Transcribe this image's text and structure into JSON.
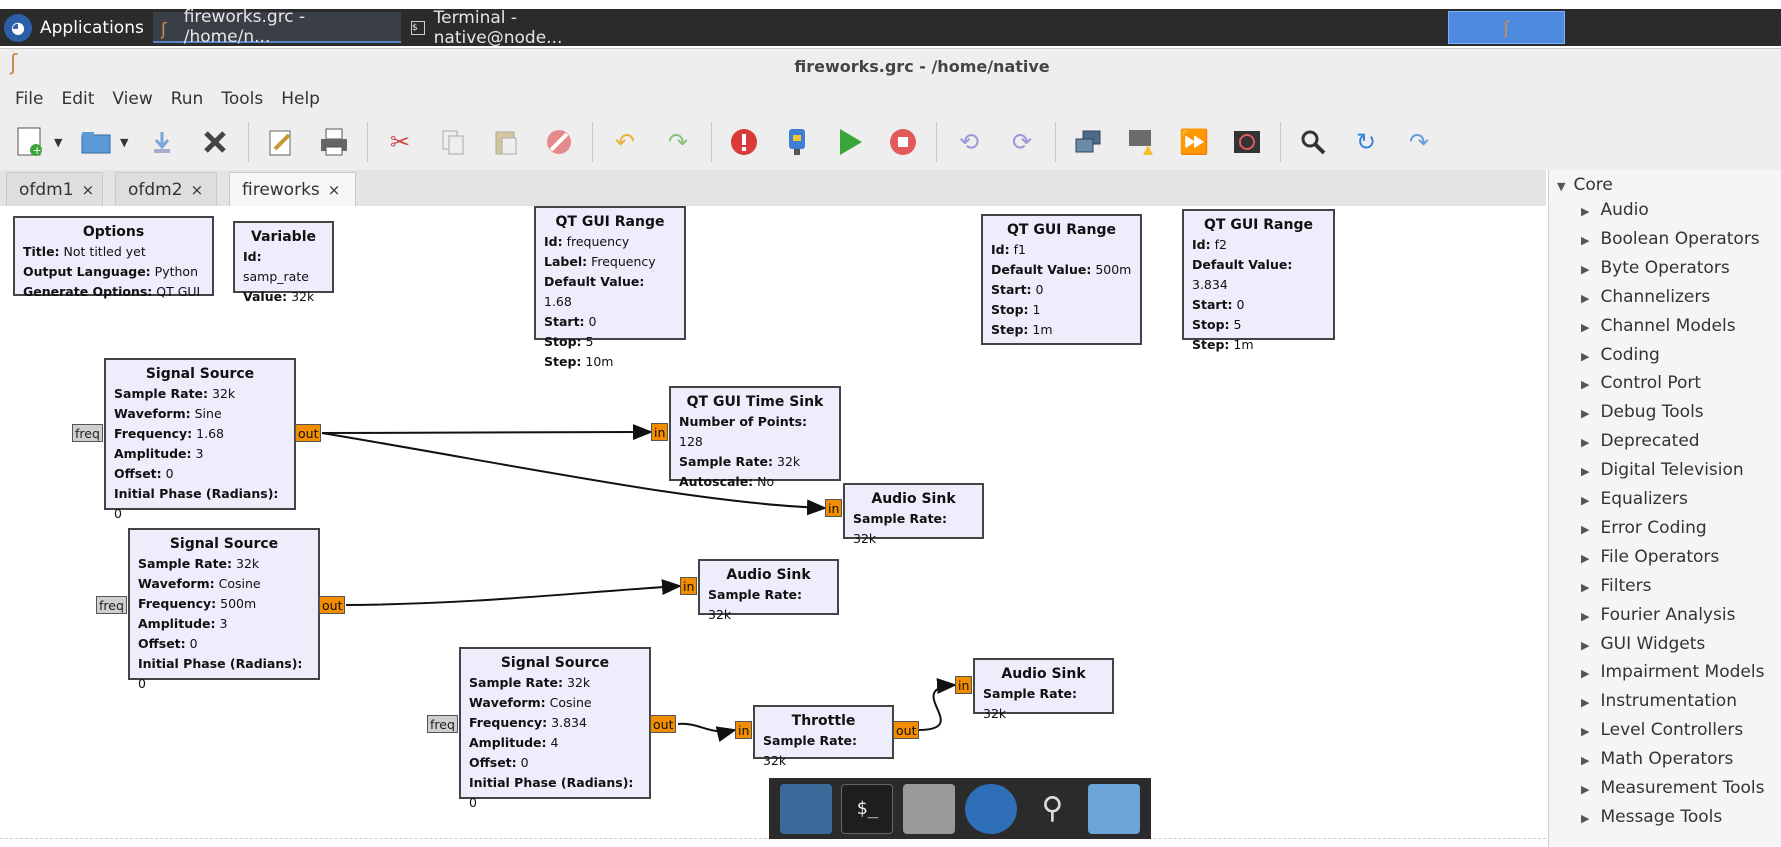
{
  "taskbar": {
    "apps_label": "Applications",
    "tasks": [
      {
        "label": "fireworks.grc - /home/n..."
      },
      {
        "label": "Terminal - native@node..."
      }
    ]
  },
  "window": {
    "title": "fireworks.grc - /home/native"
  },
  "menu": [
    "File",
    "Edit",
    "View",
    "Run",
    "Tools",
    "Help"
  ],
  "toolbar": {
    "icons": [
      "new-file-icon",
      "open-folder-icon",
      "save-icon",
      "close-icon",
      "edit-properties-icon",
      "print-icon",
      "cut-icon",
      "copy-icon",
      "paste-icon",
      "delete-icon",
      "undo-icon",
      "redo-icon",
      "error-icon",
      "generate-icon",
      "run-icon",
      "stop-icon",
      "rotate-ccw-icon",
      "rotate-cw-icon",
      "create-hier-icon",
      "open-hier-icon",
      "bypass-icon",
      "kill-icon",
      "find-icon",
      "reload-icon",
      "redo-arrow-icon"
    ]
  },
  "tabs": [
    {
      "label": "ofdm1",
      "close": "×"
    },
    {
      "label": "ofdm2",
      "close": "×"
    },
    {
      "label": "fireworks",
      "close": "×"
    }
  ],
  "blocks": {
    "options": {
      "title": "Options",
      "rows": [
        [
          "Title:",
          "Not titled yet"
        ],
        [
          "Output Language:",
          "Python"
        ],
        [
          "Generate Options:",
          "QT GUI"
        ]
      ]
    },
    "variable": {
      "title": "Variable",
      "rows": [
        [
          "Id:",
          "samp_rate"
        ],
        [
          "Value:",
          "32k"
        ]
      ]
    },
    "range1": {
      "title": "QT GUI Range",
      "rows": [
        [
          "Id:",
          "frequency"
        ],
        [
          "Label:",
          "Frequency"
        ],
        [
          "Default Value:",
          "1.68"
        ],
        [
          "Start:",
          "0"
        ],
        [
          "Stop:",
          "5"
        ],
        [
          "Step:",
          "10m"
        ]
      ]
    },
    "range2": {
      "title": "QT GUI Range",
      "rows": [
        [
          "Id:",
          "f1"
        ],
        [
          "Default Value:",
          "500m"
        ],
        [
          "Start:",
          "0"
        ],
        [
          "Stop:",
          "1"
        ],
        [
          "Step:",
          "1m"
        ]
      ]
    },
    "range3": {
      "title": "QT GUI Range",
      "rows": [
        [
          "Id:",
          "f2"
        ],
        [
          "Default Value:",
          "3.834"
        ],
        [
          "Start:",
          "0"
        ],
        [
          "Stop:",
          "5"
        ],
        [
          "Step:",
          "1m"
        ]
      ]
    },
    "sig1": {
      "title": "Signal Source",
      "rows": [
        [
          "Sample Rate:",
          "32k"
        ],
        [
          "Waveform:",
          "Sine"
        ],
        [
          "Frequency:",
          "1.68"
        ],
        [
          "Amplitude:",
          "3"
        ],
        [
          "Offset:",
          "0"
        ],
        [
          "Initial Phase (Radians):",
          "0"
        ]
      ]
    },
    "timesink": {
      "title": "QT GUI Time Sink",
      "rows": [
        [
          "Number of Points:",
          "128"
        ],
        [
          "Sample Rate:",
          "32k"
        ],
        [
          "Autoscale:",
          "No"
        ]
      ]
    },
    "audio1": {
      "title": "Audio Sink",
      "rows": [
        [
          "Sample Rate:",
          "32k"
        ]
      ]
    },
    "sig2": {
      "title": "Signal Source",
      "rows": [
        [
          "Sample Rate:",
          "32k"
        ],
        [
          "Waveform:",
          "Cosine"
        ],
        [
          "Frequency:",
          "500m"
        ],
        [
          "Amplitude:",
          "3"
        ],
        [
          "Offset:",
          "0"
        ],
        [
          "Initial Phase (Radians):",
          "0"
        ]
      ]
    },
    "audio2": {
      "title": "Audio Sink",
      "rows": [
        [
          "Sample Rate:",
          "32k"
        ]
      ]
    },
    "sig3": {
      "title": "Signal Source",
      "rows": [
        [
          "Sample Rate:",
          "32k"
        ],
        [
          "Waveform:",
          "Cosine"
        ],
        [
          "Frequency:",
          "3.834"
        ],
        [
          "Amplitude:",
          "4"
        ],
        [
          "Offset:",
          "0"
        ],
        [
          "Initial Phase (Radians):",
          "0"
        ]
      ]
    },
    "throttle": {
      "title": "Throttle",
      "rows": [
        [
          "Sample Rate:",
          "32k"
        ]
      ]
    },
    "audio3": {
      "title": "Audio Sink",
      "rows": [
        [
          "Sample Rate:",
          "32k"
        ]
      ]
    }
  },
  "ports": {
    "out": "out",
    "in": "in",
    "freq": "freq"
  },
  "tree": {
    "root": "Core",
    "items": [
      "Audio",
      "Boolean Operators",
      "Byte Operators",
      "Channelizers",
      "Channel Models",
      "Coding",
      "Control Port",
      "Debug Tools",
      "Deprecated",
      "Digital Television",
      "Equalizers",
      "Error Coding",
      "File Operators",
      "Filters",
      "Fourier Analysis",
      "GUI Widgets",
      "Impairment Models",
      "Instrumentation",
      "Level Controllers",
      "Math Operators",
      "Measurement Tools",
      "Message Tools"
    ]
  },
  "dock": {
    "icons": [
      "show-desktop-icon",
      "terminal-icon",
      "home-folder-icon",
      "web-browser-icon",
      "search-icon",
      "folder-icon"
    ]
  },
  "colors": {
    "block_fill": "#ededfc",
    "port": "#f28d00",
    "accent": "#4e8ae0"
  }
}
